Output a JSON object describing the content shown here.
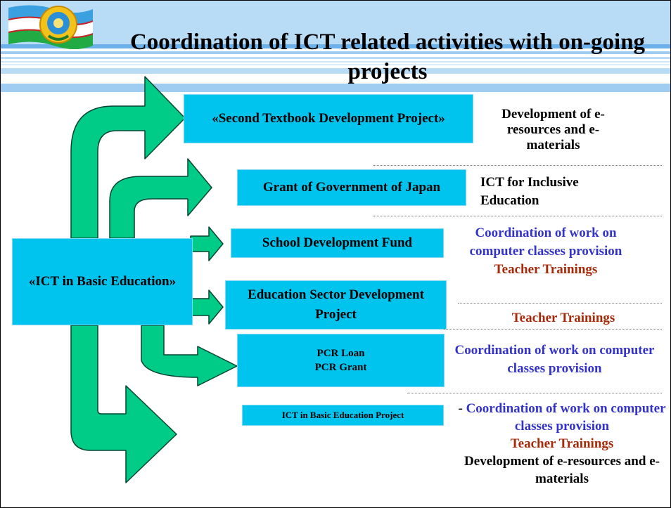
{
  "title": "Coordination of ICT related activities with on-going projects",
  "source_box": "«ICT in Basic Education»",
  "projects": [
    {
      "label": "«Second Textbook Development Project»"
    },
    {
      "label": "Grant of Government of Japan"
    },
    {
      "label": "School Development Fund"
    },
    {
      "label": "Education Sector Development Project"
    },
    {
      "label_line1": "PCR Loan",
      "label_line2": "PCR Grant"
    },
    {
      "label": "ICT in Basic Education Project"
    }
  ],
  "outcomes": {
    "p1": "Development of e-resources and e-materials",
    "p2": "ICT for Inclusive Education",
    "p3_blue": "Coordination of work on computer classes provision",
    "p3_red": "Teacher Trainings",
    "p4_red": "Teacher Trainings",
    "p5_blue": "Coordination of work on computer classes provision",
    "p6_dash": "-",
    "p6_blue": "Coordination of work on computer classes provision",
    "p6_red": "Teacher Trainings",
    "p6_black": "Development of e-resources and e-materials"
  },
  "colors": {
    "box": "#00c3ee",
    "arrow": "#00cc88",
    "band": "#b7dcf5",
    "band_dark": "#5aa9e6",
    "blue_text": "#3333cc",
    "red_text": "#a52a0a"
  }
}
